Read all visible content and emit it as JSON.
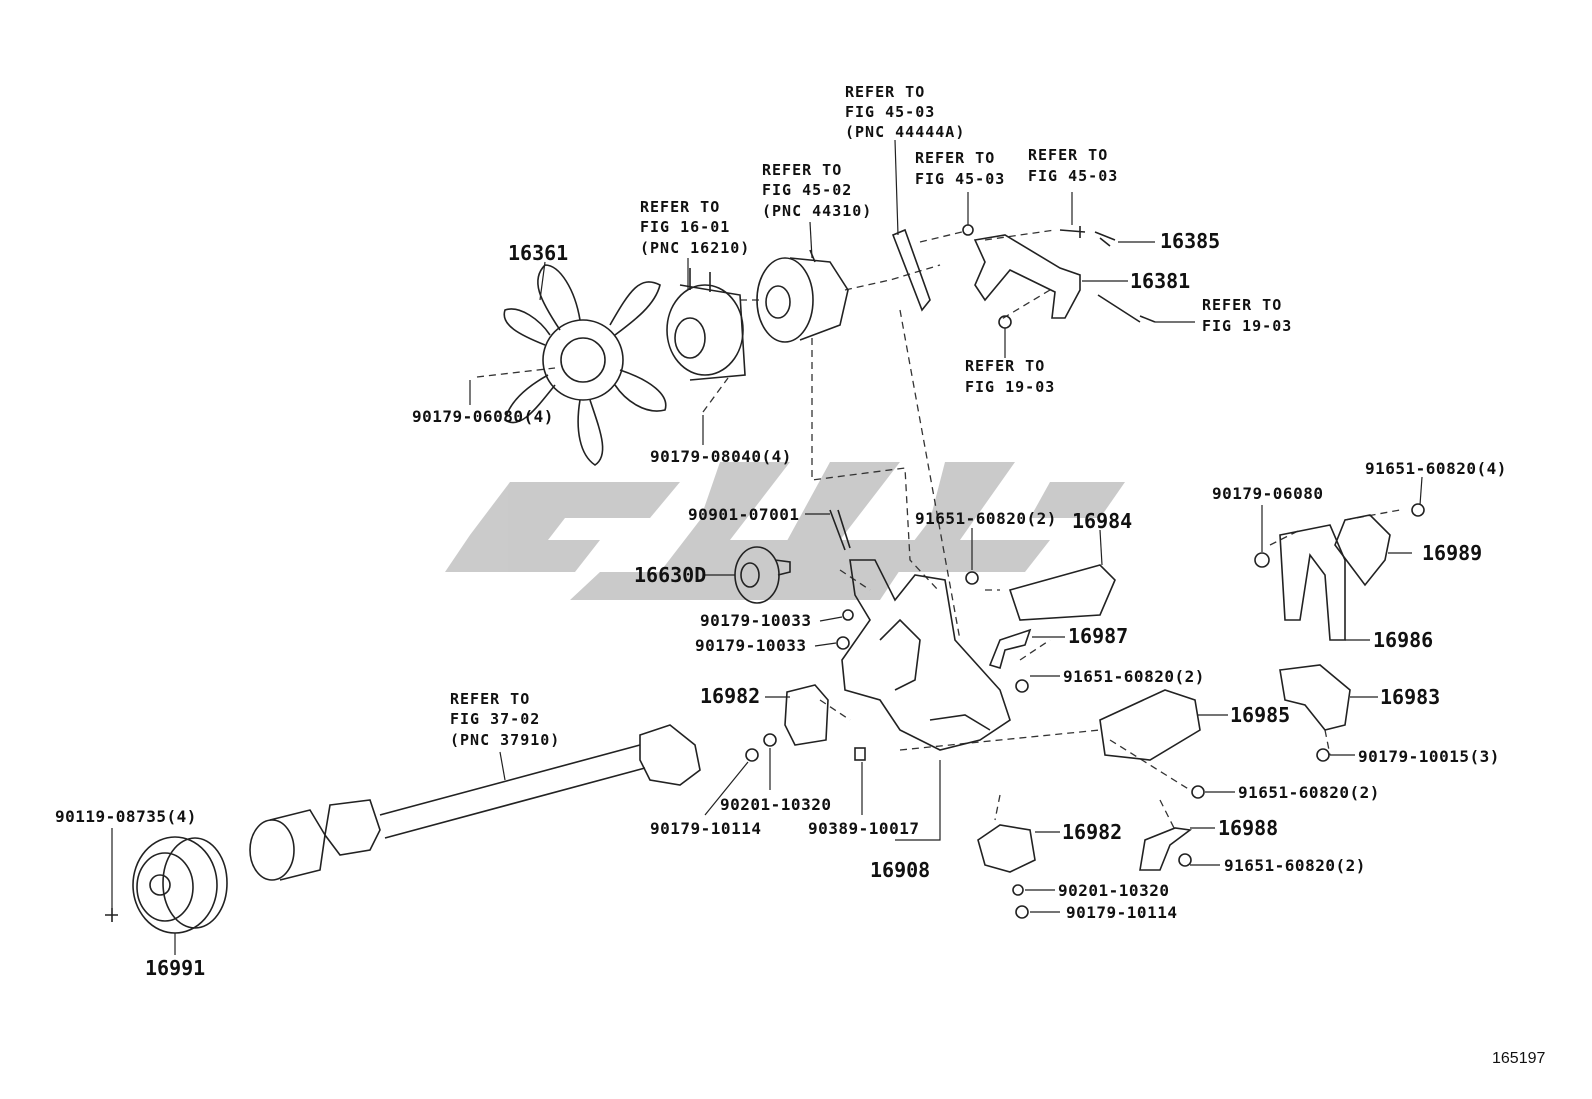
{
  "watermark": {
    "color": "#c8c8c8"
  },
  "refs": {
    "fig4503_pnc": [
      "REFER TO",
      "FIG 45-03",
      "(PNC 44444A)"
    ],
    "fig4503_a": [
      "REFER TO",
      "FIG 45-03"
    ],
    "fig4503_b": [
      "REFER TO",
      "FIG 45-03"
    ],
    "fig4502": [
      "REFER TO",
      "FIG 45-02",
      "(PNC 44310)"
    ],
    "fig1601": [
      "REFER TO",
      "FIG 16-01",
      "(PNC 16210)"
    ],
    "fig1903_a": [
      "REFER TO",
      "FIG 19-03"
    ],
    "fig1903_b": [
      "REFER TO",
      "FIG 19-03"
    ],
    "fig3702": [
      "REFER TO",
      "FIG 37-02",
      "(PNC 37910)"
    ]
  },
  "parts": {
    "p16361": "16361",
    "p16385": "16385",
    "p16381": "16381",
    "p90179_06080_4": "90179-06080(4)",
    "p90179_08040_4": "90179-08040(4)",
    "p90901_07001": "90901-07001",
    "p16630D": "16630D",
    "p90179_10033_a": "90179-10033",
    "p90179_10033_b": "90179-10033",
    "p16982_a": "16982",
    "p91651_60820_2_a": "91651-60820(2)",
    "p16984": "16984",
    "p16987": "16987",
    "p91651_60820_2_b": "91651-60820(2)",
    "p90179_06080": "90179-06080",
    "p91651_60820_4": "91651-60820(4)",
    "p16989": "16989",
    "p16986": "16986",
    "p16983": "16983",
    "p90179_10015_3": "90179-10015(3)",
    "p16985": "16985",
    "p91651_60820_2_c": "91651-60820(2)",
    "p16988": "16988",
    "p91651_60820_2_d": "91651-60820(2)",
    "p90201_10320_a": "90201-10320",
    "p90179_10114_a": "90179-10114",
    "p90389_10017": "90389-10017",
    "p16908": "16908",
    "p16982_b": "16982",
    "p90201_10320_b": "90201-10320",
    "p90179_10114_b": "90179-10114",
    "p90119_08735_4": "90119-08735(4)",
    "p16991": "16991"
  },
  "image_id": "165197"
}
